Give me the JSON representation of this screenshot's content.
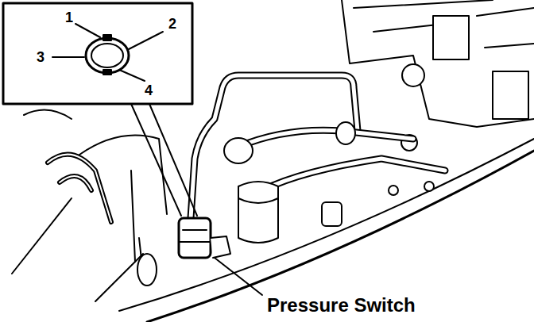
{
  "diagram": {
    "labels": [
      "1",
      "2",
      "3",
      "4",
      "Pressure Switch"
    ]
  }
}
